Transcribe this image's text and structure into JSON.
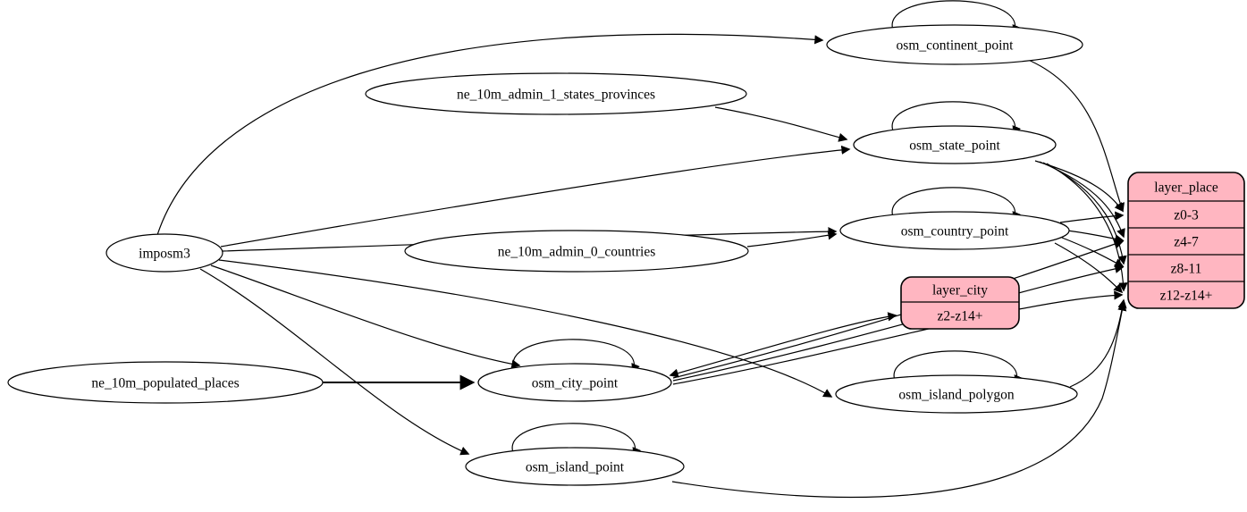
{
  "diagram": {
    "colors": {
      "node_fill": "#ffffff",
      "node_stroke": "#000000",
      "record_fill": "#ffb6c1",
      "record_stroke": "#000000",
      "edge_color": "#000000"
    },
    "nodes": [
      {
        "id": "imposm3",
        "type": "ellipse",
        "label": "imposm3"
      },
      {
        "id": "ne_10m_admin_1_states_provinces",
        "type": "ellipse",
        "label": "ne_10m_admin_1_states_provinces"
      },
      {
        "id": "ne_10m_admin_0_countries",
        "type": "ellipse",
        "label": "ne_10m_admin_0_countries"
      },
      {
        "id": "ne_10m_populated_places",
        "type": "ellipse",
        "label": "ne_10m_populated_places"
      },
      {
        "id": "osm_continent_point",
        "type": "ellipse",
        "label": "osm_continent_point",
        "self_loop": true
      },
      {
        "id": "osm_state_point",
        "type": "ellipse",
        "label": "osm_state_point",
        "self_loop": true
      },
      {
        "id": "osm_country_point",
        "type": "ellipse",
        "label": "osm_country_point",
        "self_loop": true
      },
      {
        "id": "osm_city_point",
        "type": "ellipse",
        "label": "osm_city_point",
        "self_loop": true
      },
      {
        "id": "osm_island_polygon",
        "type": "ellipse",
        "label": "osm_island_polygon",
        "self_loop": true
      },
      {
        "id": "osm_island_point",
        "type": "ellipse",
        "label": "osm_island_point",
        "self_loop": true
      },
      {
        "id": "layer_city",
        "type": "record",
        "title": "layer_city",
        "rows": [
          "z2-z14+"
        ]
      },
      {
        "id": "layer_place",
        "type": "record",
        "title": "layer_place",
        "rows": [
          "z0-3",
          "z4-7",
          "z8-11",
          "z12-z14+"
        ]
      }
    ],
    "edges": [
      {
        "from": "imposm3",
        "to": "osm_continent_point"
      },
      {
        "from": "imposm3",
        "to": "osm_state_point"
      },
      {
        "from": "imposm3",
        "to": "osm_country_point"
      },
      {
        "from": "imposm3",
        "to": "osm_city_point"
      },
      {
        "from": "imposm3",
        "to": "osm_island_polygon"
      },
      {
        "from": "imposm3",
        "to": "osm_island_point"
      },
      {
        "from": "ne_10m_admin_1_states_provinces",
        "to": "osm_state_point"
      },
      {
        "from": "ne_10m_admin_0_countries",
        "to": "osm_country_point"
      },
      {
        "from": "ne_10m_populated_places",
        "to": "osm_city_point"
      },
      {
        "from": "osm_continent_point",
        "to": "osm_continent_point",
        "self_loop": true
      },
      {
        "from": "osm_state_point",
        "to": "osm_state_point",
        "self_loop": true
      },
      {
        "from": "osm_country_point",
        "to": "osm_country_point",
        "self_loop": true
      },
      {
        "from": "osm_city_point",
        "to": "osm_city_point",
        "self_loop": true
      },
      {
        "from": "osm_island_polygon",
        "to": "osm_island_polygon",
        "self_loop": true
      },
      {
        "from": "osm_island_point",
        "to": "osm_island_point",
        "self_loop": true
      },
      {
        "from": "osm_continent_point",
        "to": "layer_place",
        "row": "z0-3"
      },
      {
        "from": "osm_state_point",
        "to": "layer_place",
        "row": "z0-3"
      },
      {
        "from": "osm_state_point",
        "to": "layer_place",
        "row": "z4-7"
      },
      {
        "from": "osm_state_point",
        "to": "layer_place",
        "row": "z8-11"
      },
      {
        "from": "osm_state_point",
        "to": "layer_place",
        "row": "z12-z14+"
      },
      {
        "from": "osm_country_point",
        "to": "layer_place",
        "row": "z0-3"
      },
      {
        "from": "osm_country_point",
        "to": "layer_place",
        "row": "z4-7"
      },
      {
        "from": "osm_country_point",
        "to": "layer_place",
        "row": "z8-11"
      },
      {
        "from": "osm_country_point",
        "to": "layer_place",
        "row": "z12-z14+"
      },
      {
        "from": "osm_city_point",
        "to": "layer_city",
        "row": "z2-z14+",
        "bidirectional": true
      },
      {
        "from": "osm_city_point",
        "to": "layer_place",
        "row": "z4-7"
      },
      {
        "from": "osm_city_point",
        "to": "layer_place",
        "row": "z8-11"
      },
      {
        "from": "osm_city_point",
        "to": "layer_place",
        "row": "z12-z14+"
      },
      {
        "from": "osm_island_polygon",
        "to": "layer_place",
        "row": "z12-z14+"
      },
      {
        "from": "osm_island_point",
        "to": "layer_place",
        "row": "z12-z14+"
      }
    ]
  }
}
